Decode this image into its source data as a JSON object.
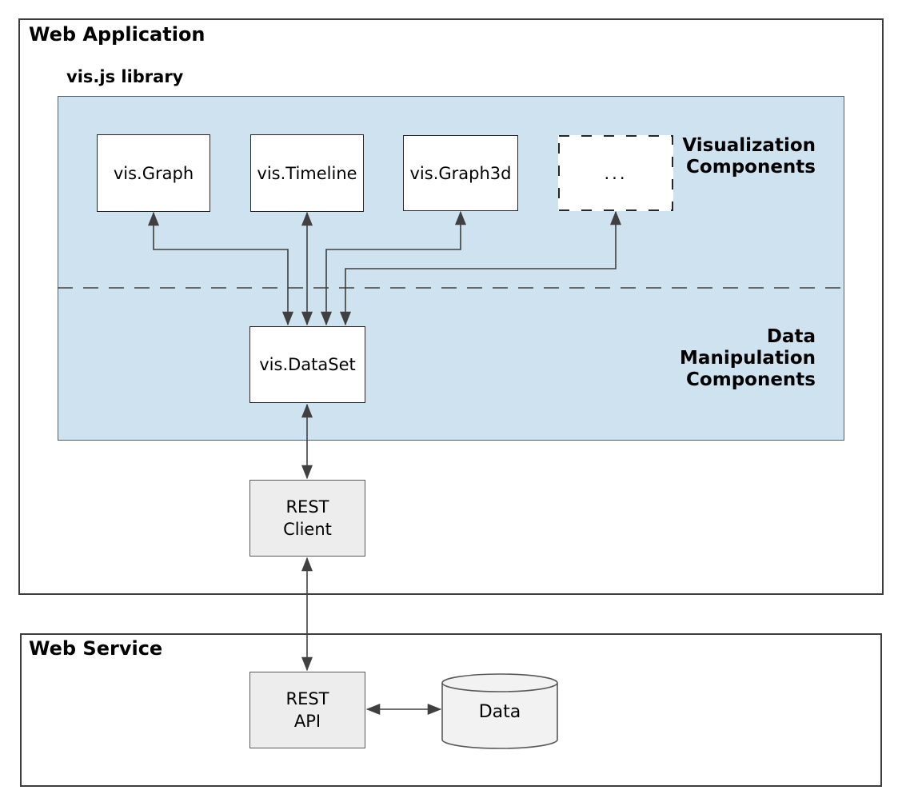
{
  "colors": {
    "library_fill": "#cfe2f0",
    "component_fill": "#ffffff",
    "rest_box_fill": "#ededed",
    "cylinder_fill": "#f2f2f2",
    "arrow": "#404040",
    "border_dark": "#3d3d3d"
  },
  "web_application": {
    "title": "Web Application",
    "library": {
      "title": "vis.js library",
      "visualization_section_label": "Visualization\nComponents",
      "components": [
        {
          "label": "vis.Graph"
        },
        {
          "label": "vis.Timeline"
        },
        {
          "label": "vis.Graph3d"
        },
        {
          "label": "..."
        }
      ],
      "data_section_label": "Data\nManipulation\nComponents",
      "dataset": {
        "label": "vis.DataSet"
      }
    },
    "rest_client": {
      "label": "REST\nClient"
    }
  },
  "web_service": {
    "title": "Web Service",
    "rest_api": {
      "label": "REST\nAPI"
    },
    "data_store": {
      "label": "Data"
    }
  }
}
